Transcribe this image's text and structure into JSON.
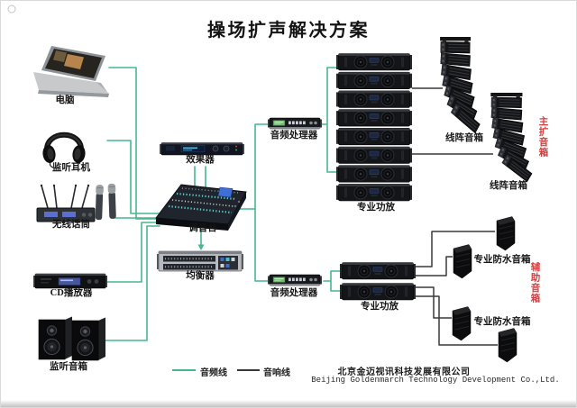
{
  "title": "操场扩声解决方案",
  "devices": {
    "computer": "电脑",
    "headphones": "监听耳机",
    "wireless_mic": "无线话筒",
    "cd_player": "CD播放器",
    "monitor_speakers": "监听音箱",
    "effects": "效果器",
    "mixer": "调音台",
    "equalizer": "均衡器",
    "processor_top": "音频处理器",
    "processor_bottom": "音频处理器",
    "amp_main": "专业功放",
    "amp_aux": "专业功放",
    "line_array_top": "线阵音箱",
    "line_array_bottom": "线阵音箱",
    "waterproof_top": "专业防水音箱",
    "waterproof_bottom": "专业防水音箱"
  },
  "groups": {
    "main": "主扩音箱",
    "aux": "辅助音箱"
  },
  "legend": {
    "audio": "音频线",
    "speaker": "音响线"
  },
  "footer": {
    "company_cn": "北京金迈视讯科技发展有限公司",
    "company_en": "Beijing Goldenmarch Technology Development Co.,Ltd."
  },
  "colors": {
    "audio_line": "#45b98e",
    "speaker_line": "#383838",
    "accent_red": "#d43c3c"
  }
}
